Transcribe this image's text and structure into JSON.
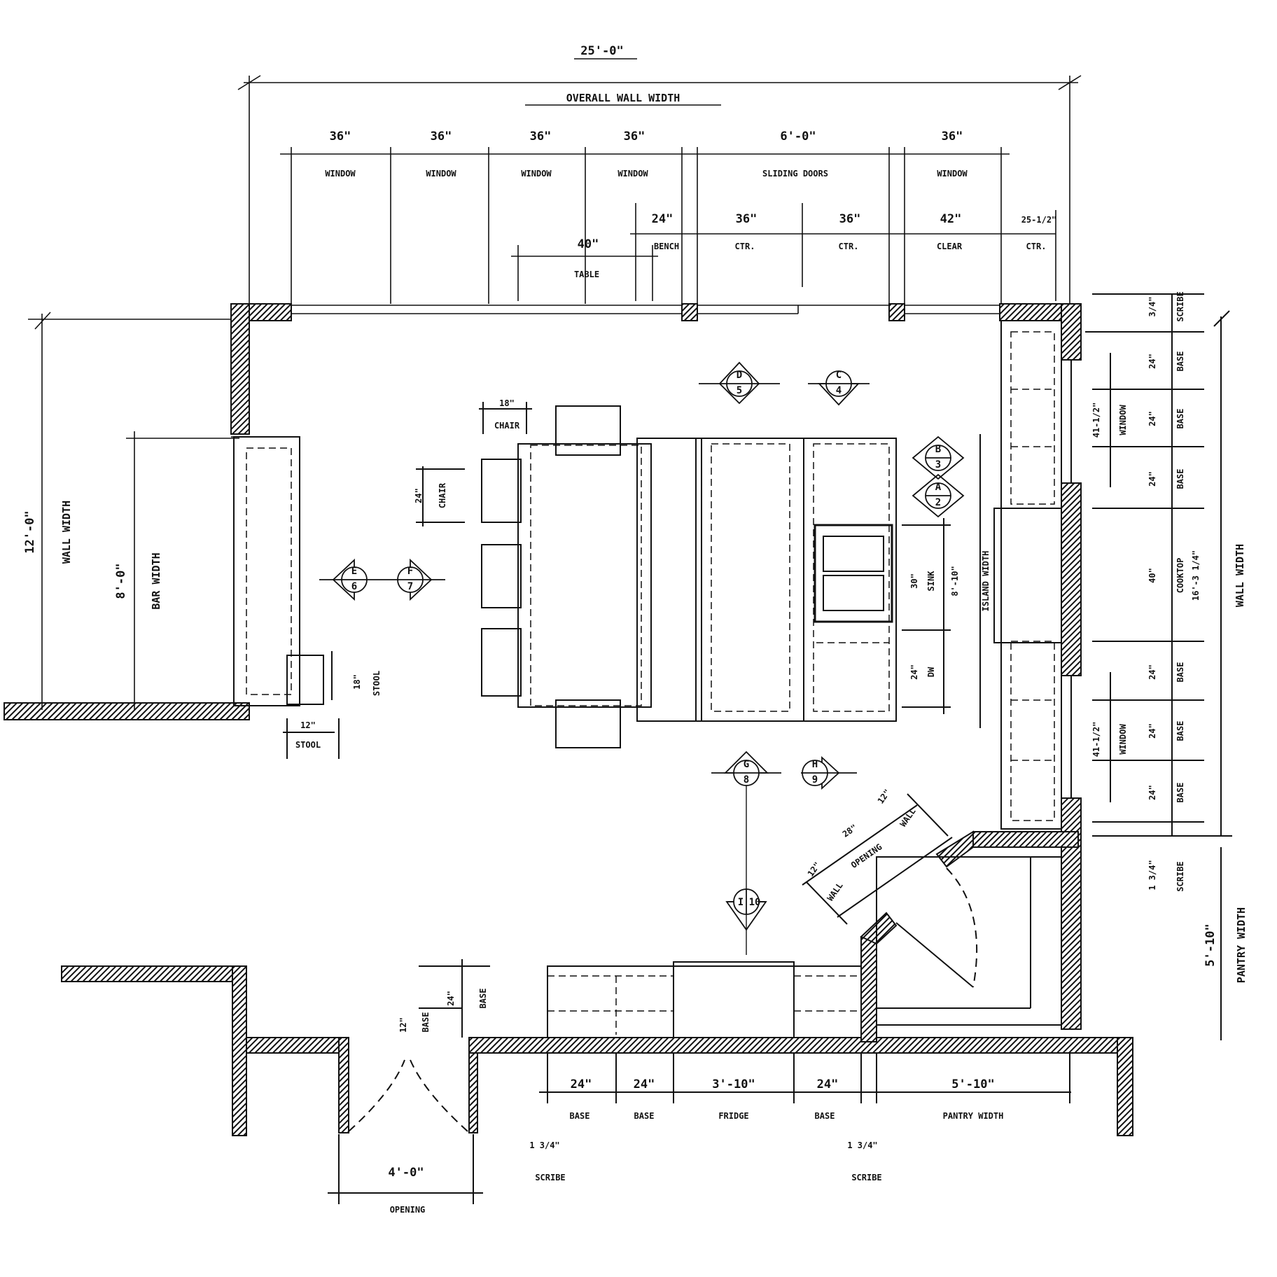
{
  "colors": {
    "ink": "#111111",
    "paper": "#ffffff"
  },
  "top": {
    "overall_dim": "25'-0\"",
    "overall_label": "OVERALL WALL WIDTH",
    "openings": [
      {
        "dim": "36\"",
        "label": "WINDOW"
      },
      {
        "dim": "36\"",
        "label": "WINDOW"
      },
      {
        "dim": "36\"",
        "label": "WINDOW"
      },
      {
        "dim": "36\"",
        "label": "WINDOW"
      },
      {
        "dim": "6'-0\"",
        "label": "SLIDING DOORS"
      },
      {
        "dim": "36\"",
        "label": "WINDOW"
      }
    ],
    "clearances": [
      {
        "dim": "24\"",
        "label": "BENCH"
      },
      {
        "dim": "36\"",
        "label": "CTR."
      },
      {
        "dim": "36\"",
        "label": "CTR."
      },
      {
        "dim": "42\"",
        "label": "CLEAR"
      },
      {
        "dim": "25-1/2\"",
        "label": "CTR."
      }
    ],
    "table": {
      "dim": "40\"",
      "label": "TABLE"
    }
  },
  "left": {
    "wall_dim": "12'-0\"",
    "wall_label": "WALL WIDTH",
    "bar_dim": "8'-0\"",
    "bar_label": "BAR WIDTH",
    "stool_dim": "18\"",
    "stool_label": "STOOL",
    "stool2_dim": "12\"",
    "stool2_label": "STOOL"
  },
  "island": {
    "chair_dim": "18\"",
    "chair_label": "CHAIR",
    "chair2_dim": "24\"",
    "chair2_label": "CHAIR",
    "sink_dim": "30\"",
    "sink_label": "SINK",
    "sink2_dim": "8'-10\"",
    "dw_dim": "24\"",
    "dw_label": "DW",
    "island_label": "ISLAND WIDTH"
  },
  "right": {
    "wall_dim": "16'-3 1/4\"",
    "wall_label": "WALL WIDTH",
    "items": [
      {
        "dim": "3/4\"",
        "label": "SCRIBE"
      },
      {
        "dim": "24\"",
        "label": "BASE"
      },
      {
        "dim": "24\"",
        "label": "BASE"
      },
      {
        "dim": "24\"",
        "label": "BASE"
      },
      {
        "dim": "40\"",
        "label": "COOKTOP"
      },
      {
        "dim": "24\"",
        "label": "BASE"
      },
      {
        "dim": "24\"",
        "label": "BASE"
      },
      {
        "dim": "24\"",
        "label": "BASE"
      },
      {
        "dim": "1 3/4\"",
        "label": "SCRIBE"
      }
    ],
    "window1": {
      "dim": "41-1/2\"",
      "label": "WINDOW"
    },
    "window2": {
      "dim": "41-1/2\"",
      "label": "WINDOW"
    },
    "pantry_dim": "5'-10\"",
    "pantry_label": "PANTRY WIDTH"
  },
  "pantry_door": {
    "w1": "12\"",
    "w1_label": "WALL",
    "opening": "28\"",
    "opening_label": "OPENING",
    "w2": "12\"",
    "w2_label": "WALL"
  },
  "bottom": {
    "items": [
      {
        "dim": "24\"",
        "label": "BASE"
      },
      {
        "dim": "24\"",
        "label": "BASE"
      },
      {
        "dim": "3'-10\"",
        "label": "FRIDGE"
      },
      {
        "dim": "24\"",
        "label": "BASE"
      },
      {
        "dim": "5'-10\"",
        "label": "PANTRY WIDTH"
      }
    ],
    "scribe_left": {
      "dim": "1 3/4\"",
      "label": "SCRIBE"
    },
    "scribe_right": {
      "dim": "1 3/4\"",
      "label": "SCRIBE"
    },
    "opening_dim": "4'-0\"",
    "opening_label": "OPENING",
    "base_dim": "12\"",
    "base_label": "BASE",
    "base2_dim": "24\"",
    "base2_label": "BASE"
  },
  "markers": [
    {
      "letter": "A",
      "num": "2"
    },
    {
      "letter": "B",
      "num": "3"
    },
    {
      "letter": "C",
      "num": "4"
    },
    {
      "letter": "D",
      "num": "5"
    },
    {
      "letter": "E",
      "num": "6"
    },
    {
      "letter": "F",
      "num": "7"
    },
    {
      "letter": "G",
      "num": "8"
    },
    {
      "letter": "H",
      "num": "9"
    },
    {
      "letter": "I",
      "num": "10"
    }
  ]
}
